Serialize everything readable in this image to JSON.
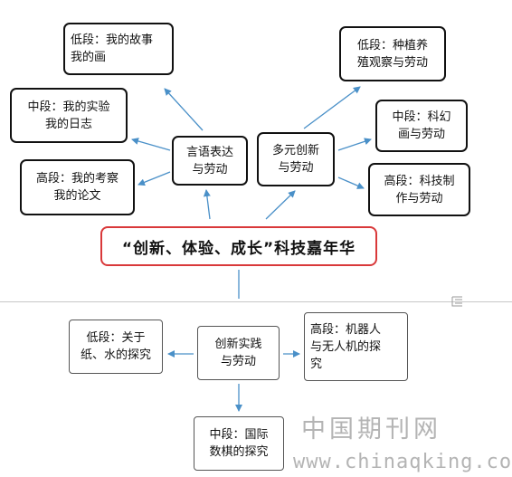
{
  "title": "“创新、体验、成长”科技嘉年华",
  "hubs": {
    "language": "言语表达\n与劳动",
    "diverse": "多元创新\n与劳动",
    "practice": "创新实践\n与劳动"
  },
  "language_branch": {
    "low": "低段：我的故事\n我的画",
    "mid": "中段：我的实验\n我的日志",
    "high": "高段：我的考察\n我的论文"
  },
  "diverse_branch": {
    "low": "低段：种植养\n殖观察与劳动",
    "mid": "中段：科幻\n画与劳动",
    "high": "高段：科技制\n作与劳动"
  },
  "practice_branch": {
    "low": "低段：关于\n纸、水的探究",
    "mid": "中段：国际\n数棋的探究",
    "high": "高段：机器人\n与无人机的探\n究"
  },
  "watermark": {
    "chinese": "中国期刊网",
    "url": "www.chinaqking.com"
  },
  "colors": {
    "arrow": "#4a90c8",
    "title_border": "#d9393a",
    "box_border": "#111111",
    "watermark": "#b4b4b4"
  }
}
